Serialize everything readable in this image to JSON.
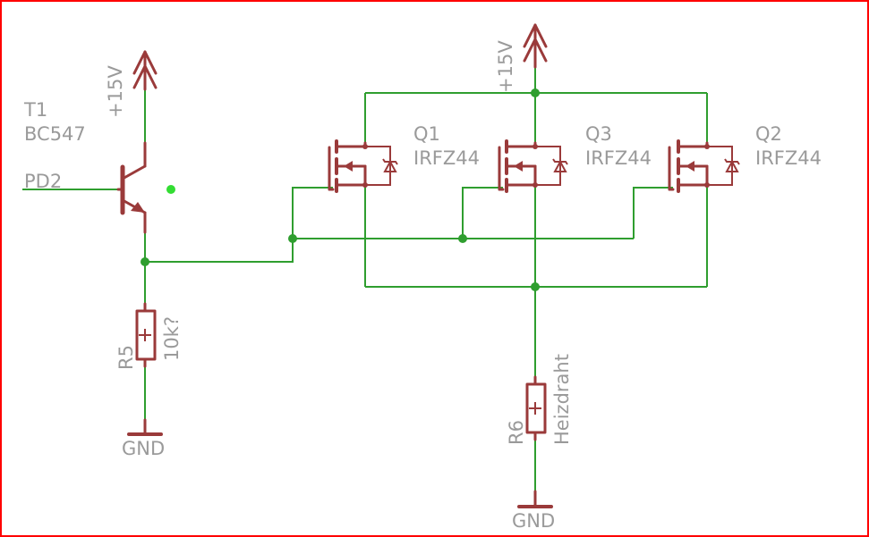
{
  "colors": {
    "frame": "#ff0000",
    "wire": "#2f9e2f",
    "part": "#9a3a3a",
    "label": "#9a9a9a",
    "cursor": "#33dd33"
  },
  "supply_left": "+15V",
  "supply_right": "+15V",
  "t1": {
    "name": "T1",
    "value": "BC547"
  },
  "input": "PD2",
  "r5": {
    "name": "R5",
    "value": "10k?"
  },
  "r6": {
    "name": "R6",
    "value": "Heizdraht"
  },
  "q1": {
    "name": "Q1",
    "value": "IRFZ44"
  },
  "q3": {
    "name": "Q3",
    "value": "IRFZ44"
  },
  "q2": {
    "name": "Q2",
    "value": "IRFZ44"
  },
  "gnd_left": "GND",
  "gnd_right": "GND"
}
